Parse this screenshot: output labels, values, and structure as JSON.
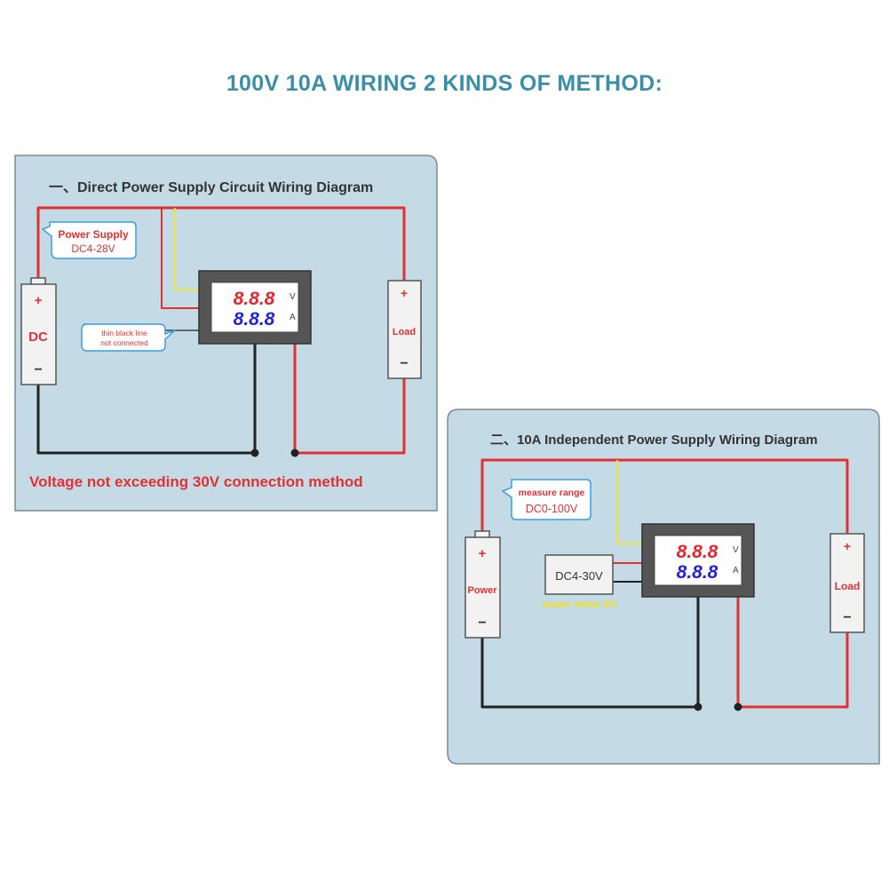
{
  "title": "100V 10A WIRING 2 KINDS OF METHOD:",
  "colors": {
    "title": "#3a8fa8",
    "panel_bg": "#c4dbe6",
    "panel_border": "#7d8a93",
    "wire_positive": "#e03232",
    "wire_negative": "#222222",
    "wire_signal": "#f2e23c",
    "display_red": "#e8242c",
    "display_blue": "#2222dd",
    "callout_border": "#3a9ee0",
    "callout_text": "#e03232",
    "note_text": "#e03232",
    "meter_label": "#f0e020"
  },
  "method1": {
    "heading": "一、Direct Power Supply Circuit Wiring Diagram",
    "callout_supply_line1": "Power Supply",
    "callout_supply_line2": "DC4-28V",
    "callout_black_line1": "thin black line",
    "callout_black_line2": "not connected",
    "battery_plus": "+",
    "battery_label": "DC",
    "battery_minus": "−",
    "load_plus": "+",
    "load_label": "Load",
    "load_minus": "−",
    "display_volt": "8.8.8",
    "display_volt_unit": "V",
    "display_amp": "8.8.8",
    "display_amp_unit": "A",
    "note": "Voltage not exceeding 30V connection method"
  },
  "method2": {
    "heading": "二、10A Independent Power Supply Wiring Diagram",
    "callout_range_line1": "measure range",
    "callout_range_line2": "DC0-100V",
    "battery_plus": "+",
    "battery_label": "Power",
    "battery_minus": "−",
    "load_plus": "+",
    "load_label": "Load",
    "load_minus": "−",
    "meter_supply": "DC4-30V",
    "meter_supply_caption": "power meter DC",
    "display_volt": "8.8.8",
    "display_volt_unit": "V",
    "display_amp": "8.8.8",
    "display_amp_unit": "A"
  }
}
